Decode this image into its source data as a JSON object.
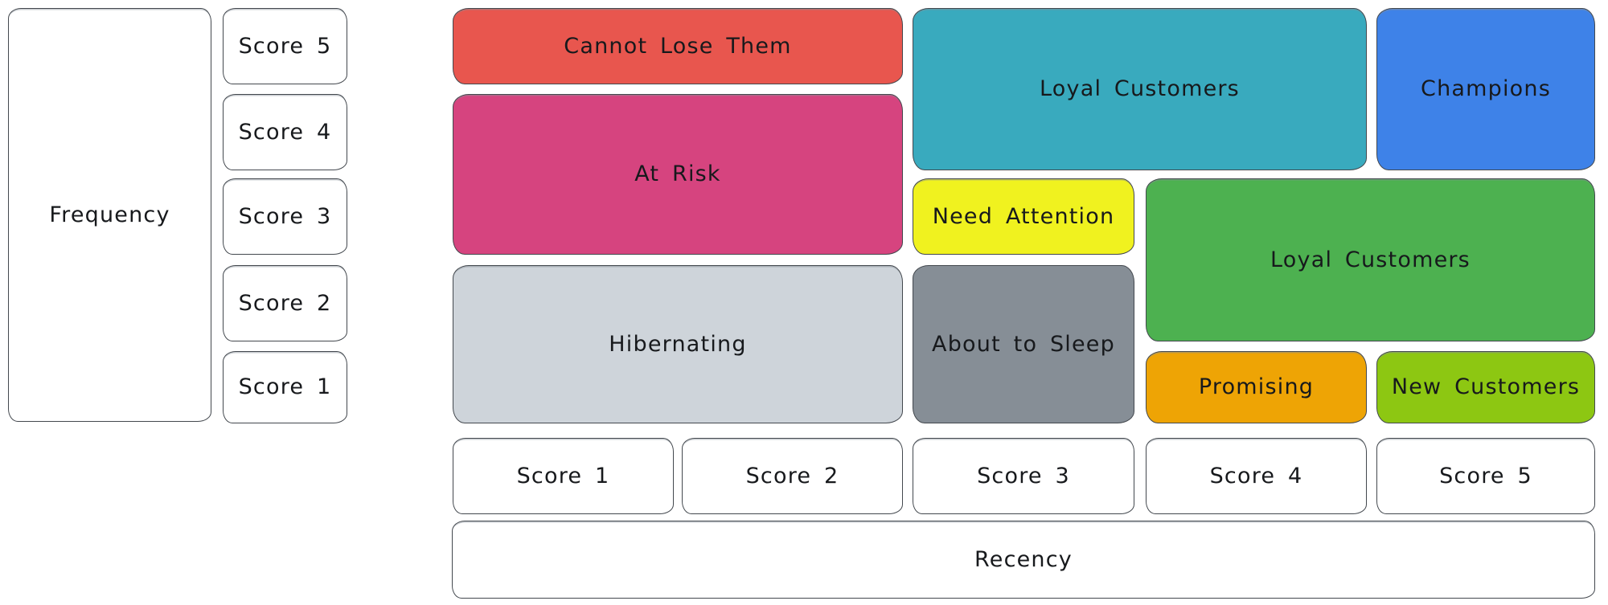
{
  "diagram": {
    "type": "rfm-segmentation-matrix",
    "background": "#ffffff",
    "stroke_color": "#43484e",
    "label_color": "#17191c"
  },
  "axes": {
    "frequency": {
      "label": "Frequency",
      "scores": [
        {
          "label": "Score 5",
          "score": 5
        },
        {
          "label": "Score 4",
          "score": 4
        },
        {
          "label": "Score 3",
          "score": 3
        },
        {
          "label": "Score 2",
          "score": 2
        },
        {
          "label": "Score 1",
          "score": 1
        }
      ]
    },
    "recency": {
      "label": "Recency",
      "scores": [
        {
          "label": "Score 1",
          "score": 1
        },
        {
          "label": "Score 2",
          "score": 2
        },
        {
          "label": "Score 3",
          "score": 3
        },
        {
          "label": "Score 4",
          "score": 4
        },
        {
          "label": "Score 5",
          "score": 5
        }
      ]
    }
  },
  "segments": [
    {
      "label": "Cannot Lose Them",
      "fill": "#e8564e",
      "text_color": "#17191c",
      "recency_span": [
        1,
        2
      ],
      "frequency_span": [
        5,
        5
      ]
    },
    {
      "label": "At Risk",
      "fill": "#d6447f",
      "text_color": "#17191c",
      "recency_span": [
        1,
        2
      ],
      "frequency_span": [
        3,
        4
      ]
    },
    {
      "label": "Hibernating",
      "fill": "#ced4da",
      "text_color": "#17191c",
      "recency_span": [
        1,
        2
      ],
      "frequency_span": [
        1,
        2
      ]
    },
    {
      "label": "Loyal Customers",
      "fill": "#39aabe",
      "text_color": "#17191c",
      "recency_span": [
        3,
        4
      ],
      "frequency_span": [
        4,
        5
      ]
    },
    {
      "label": "Champions",
      "fill": "#3e82e8",
      "text_color": "#17191c",
      "recency_span": [
        5,
        5
      ],
      "frequency_span": [
        4,
        5
      ]
    },
    {
      "label": "Need Attention",
      "fill": "#f0f21f",
      "text_color": "#17191c",
      "recency_span": [
        3,
        3
      ],
      "frequency_span": [
        3,
        3
      ]
    },
    {
      "label": "About to Sleep",
      "fill": "#868e96",
      "text_color": "#17191c",
      "recency_span": [
        3,
        3
      ],
      "frequency_span": [
        1,
        2
      ]
    },
    {
      "label": "Loyal Customers",
      "fill": "#4db150",
      "text_color": "#17191c",
      "recency_span": [
        4,
        5
      ],
      "frequency_span": [
        2,
        3
      ]
    },
    {
      "label": "Promising",
      "fill": "#eea405",
      "text_color": "#17191c",
      "recency_span": [
        4,
        4
      ],
      "frequency_span": [
        1,
        1
      ]
    },
    {
      "label": "New Customers",
      "fill": "#8dc712",
      "text_color": "#17191c",
      "recency_span": [
        5,
        5
      ],
      "frequency_span": [
        1,
        1
      ]
    }
  ]
}
